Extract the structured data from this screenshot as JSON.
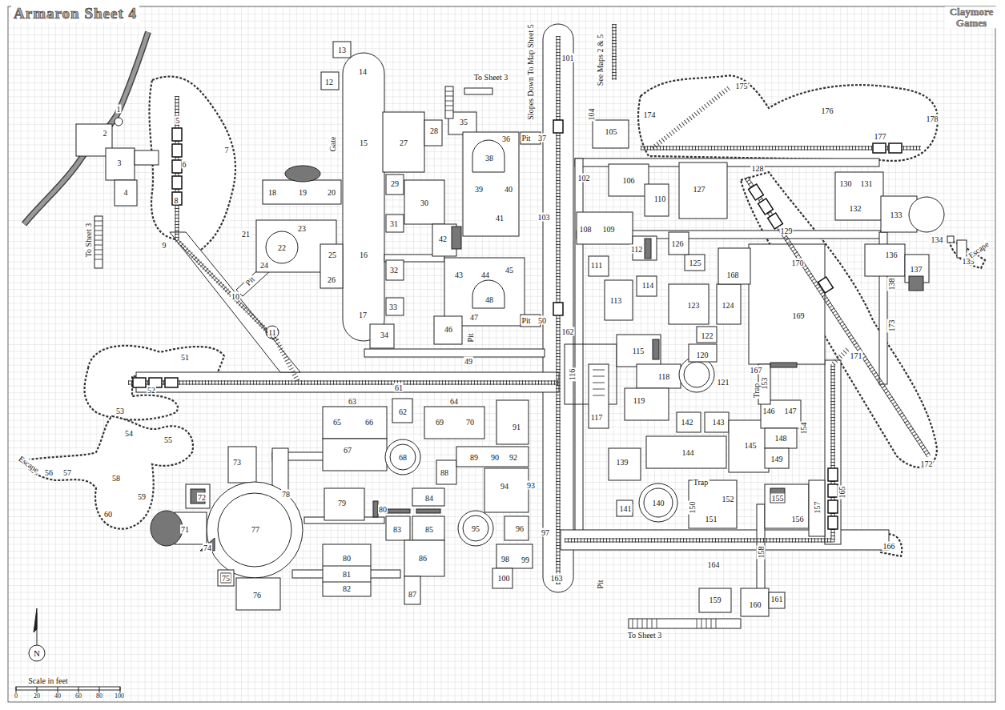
{
  "diagram": {
    "title": "Armaron Sheet 4",
    "labels": [
      "1",
      "2",
      "3",
      "4",
      "5",
      "6",
      "7",
      "8",
      "9",
      "10",
      "11",
      "12",
      "13",
      "14",
      "15",
      "16",
      "17",
      "18",
      "19",
      "20",
      "21",
      "22",
      "23",
      "24",
      "25",
      "26",
      "27",
      "28",
      "29",
      "30",
      "31",
      "32",
      "33",
      "34",
      "35",
      "36",
      "37",
      "38",
      "39",
      "40",
      "41",
      "42",
      "43",
      "44",
      "45",
      "46",
      "47",
      "48",
      "49",
      "50",
      "51",
      "52",
      "53",
      "54",
      "55",
      "56",
      "57",
      "58",
      "59",
      "60",
      "61",
      "62",
      "63",
      "64",
      "65",
      "66",
      "67",
      "68",
      "69",
      "70",
      "71",
      "72",
      "73",
      "74",
      "75",
      "76",
      "77",
      "78",
      "79",
      "80",
      "80",
      "81",
      "82",
      "83",
      "84",
      "85",
      "86",
      "87",
      "88",
      "89",
      "90",
      "91",
      "92",
      "93",
      "94",
      "95",
      "96",
      "97",
      "98",
      "99",
      "100",
      "101",
      "102",
      "103",
      "104",
      "105",
      "106",
      "108",
      "109",
      "110",
      "111",
      "112",
      "113",
      "114",
      "115",
      "116",
      "117",
      "118",
      "119",
      "120",
      "121",
      "122",
      "123",
      "124",
      "125",
      "126",
      "127",
      "128",
      "129",
      "130",
      "131",
      "132",
      "133",
      "134",
      "135",
      "136",
      "137",
      "138",
      "139",
      "140",
      "141",
      "142",
      "143",
      "144",
      "145",
      "146",
      "147",
      "148",
      "149",
      "150",
      "151",
      "152",
      "153",
      "154",
      "155",
      "156",
      "157",
      "158",
      "159",
      "160",
      "161",
      "162",
      "163",
      "164",
      "165",
      "166",
      "167",
      "168",
      "169",
      "170",
      "171",
      "172",
      "173",
      "174",
      "175",
      "176",
      "177",
      "178",
      "Claymore Games",
      "To Sheet 3",
      "To Sheet 3",
      "To Sheet 3",
      "Slopes Down To Map Sheet 5",
      "See Maps 2 & 5",
      "Gate",
      "Pit",
      "Pit",
      "Pit",
      "Pit",
      "Pit",
      "Trap",
      "Trap",
      "Escape",
      "Escape",
      "N",
      "Scale in feet",
      "0",
      "20",
      "40",
      "60",
      "80",
      "100"
    ]
  }
}
